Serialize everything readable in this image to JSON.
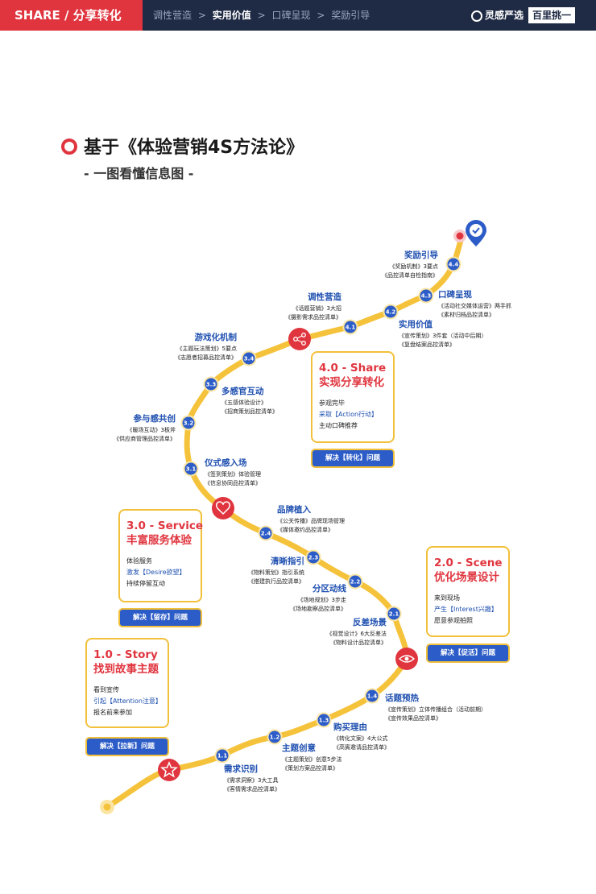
{
  "header": {
    "brand": "SHARE / 分享转化",
    "breadcrumb": [
      "调性营造",
      ">",
      "实用价值",
      ">",
      "口碑呈现",
      ">",
      "奖励引导"
    ],
    "active_index": 2,
    "logo_text": "灵感严选",
    "logo_badge": "百里挑一"
  },
  "title": "基于《体验营销4S方法论》",
  "subtitle": "- 一图看懂信息图 -",
  "steps": [
    {
      "id": "1.1",
      "name": "需求识别",
      "lines": [
        "《需求洞察》3大工具",
        "《客情需求品控清单》"
      ]
    },
    {
      "id": "1.2",
      "name": "主题创意",
      "lines": [
        "《主题策划》创意5步法",
        "《策划方案品控清单》"
      ]
    },
    {
      "id": "1.3",
      "name": "购买理由",
      "lines": [
        "《转化文案》4大公式",
        "《高賓邀请品控清单》"
      ]
    },
    {
      "id": "1.4",
      "name": "话题预热",
      "lines": [
        "《宣传策划》立体传播组合（活动前期）",
        "《宣传效果品控清单》"
      ]
    },
    {
      "id": "2.1",
      "name": "反差场景",
      "lines": [
        "《视觉设计》6大反差法",
        "《物料设计品控清单》"
      ]
    },
    {
      "id": "2.2",
      "name": "分区动线",
      "lines": [
        "《场地规划》3步走",
        "《场地勘察品控清单》"
      ]
    },
    {
      "id": "2.3",
      "name": "清晰指引",
      "lines": [
        "《物料策划》指引系统",
        "《搭建执行品控清单》"
      ]
    },
    {
      "id": "2.4",
      "name": "品牌植入",
      "lines": [
        "《公关传播》品牌现场管理",
        "《媒体邀约品控清单》"
      ]
    },
    {
      "id": "3.1",
      "name": "仪式感入场",
      "lines": [
        "《签到策划》体验管理",
        "《信息协同品控清单》"
      ]
    },
    {
      "id": "3.2",
      "name": "参与感共创",
      "lines": [
        "《暖场互动》3板斧",
        "《供应商管理品控清单》"
      ]
    },
    {
      "id": "3.3",
      "name": "多感官互动",
      "lines": [
        "《五感体验设计》",
        "《招商策划品控清单》"
      ]
    },
    {
      "id": "3.4",
      "name": "游戏化机制",
      "lines": [
        "《主题玩法策划》5要点",
        "《志愿者招募品控清单》"
      ]
    },
    {
      "id": "4.1",
      "name": "调性营造",
      "lines": [
        "《话题营销》3大招",
        "《摄影需求品控清单》"
      ]
    },
    {
      "id": "4.2",
      "name": "实用价值",
      "lines": [
        "《宣传策划》3件套（活动中后期）",
        "《复盘结案品控清单》"
      ]
    },
    {
      "id": "4.3",
      "name": "口碑呈现",
      "lines": [
        "《活动社交媒体运营》两手抓",
        "《素材归档品控清单》"
      ]
    },
    {
      "id": "4.4",
      "name": "奖励引导",
      "lines": [
        "《奖励机制》3要点",
        "《品控清单自检指南》"
      ]
    }
  ],
  "cards": [
    {
      "key": "story",
      "title1": "1.0 - Story",
      "title2": "找到故事主题",
      "line1": "看到宣传",
      "line2": "引起【Attention注意】",
      "line3": "报名前来参加",
      "button": "解决【拉新】问题"
    },
    {
      "key": "scene",
      "title1": "2.0 - Scene",
      "title2": "优化场景设计",
      "line1": "来到现场",
      "line2": "产生【Interest兴趣】",
      "line3": "愿意参观拍照",
      "button": "解决【促活】问题"
    },
    {
      "key": "service",
      "title1": "3.0 - Service",
      "title2": "丰富服务体验",
      "line1": "体验服务",
      "line2": "激发【Desire欲望】",
      "line3": "持续停留互动",
      "button": "解决【留存】问题"
    },
    {
      "key": "share",
      "title1": "4.0 - Share",
      "title2": "实现分享转化",
      "line1": "参观完毕",
      "line2": "采取【Action行动】",
      "line3": "主动口碑推荐",
      "button": "解决【转化】问题"
    }
  ],
  "icons": [
    "start-dot-icon",
    "star-icon",
    "eye-icon",
    "heart-icon",
    "share-icon",
    "checkmark-pin-icon"
  ],
  "colors": {
    "red": "#e0353f",
    "navy": "#1f2a44",
    "blue": "#2c5cc7",
    "path_yellow": "#f5c33b"
  }
}
